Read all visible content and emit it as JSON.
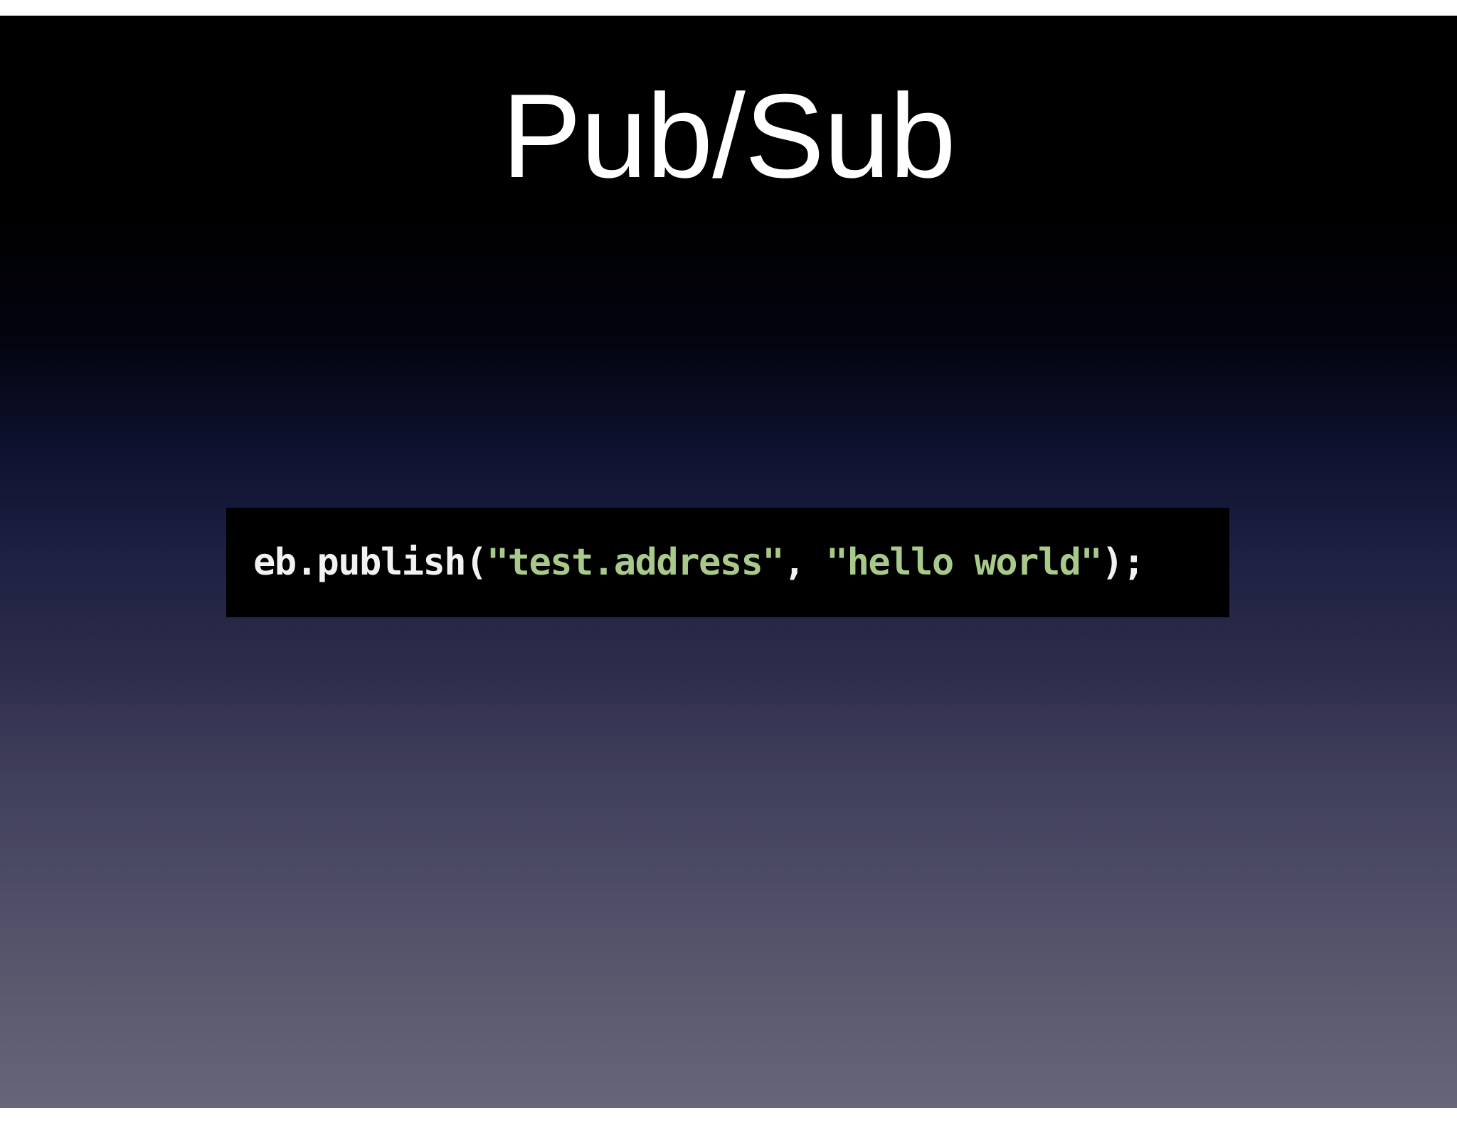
{
  "slide": {
    "title": "Pub/Sub",
    "code": {
      "prefix": "eb.publish(",
      "arg1": "\"test.address\"",
      "separator": ", ",
      "arg2": "\"hello world\"",
      "suffix": ");"
    }
  },
  "colors": {
    "title_text": "#ffffff",
    "code_background": "#000000",
    "code_plain": "#f2f2f2",
    "code_string": "#a8c98a"
  }
}
